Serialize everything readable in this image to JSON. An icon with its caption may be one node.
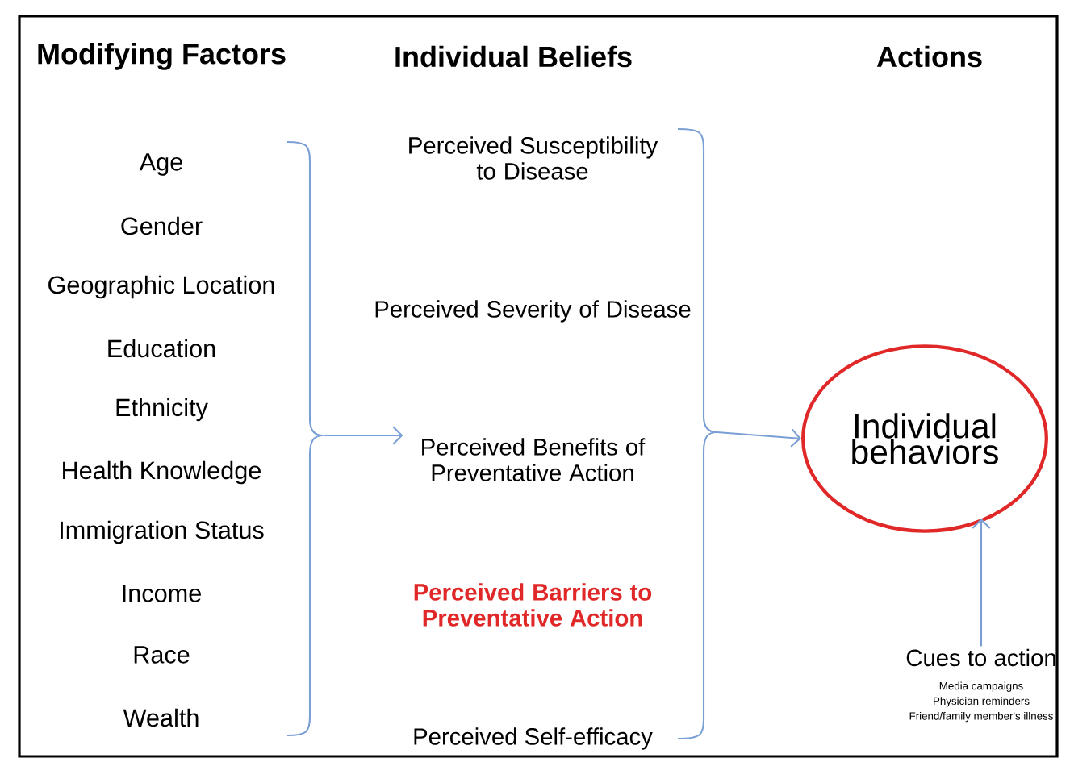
{
  "diagram": {
    "nodes": [
      {
        "text": [],
        "shape": "bracket"
      },
      {
        "text": [
          "Perceived Benefits of Preventative Action"
        ]
      },
      {
        "text": [],
        "shape": "bracket"
      },
      {
        "text": [
          "Individual behaviors"
        ]
      },
      {
        "text": [
          "Cues to action",
          "Media campaigns",
          "Physician reminders",
          "Friend/family member's illness"
        ]
      }
    ],
    "edges": [
      {
        "from": 0,
        "to": 1,
        "arrow": "to"
      },
      {
        "from": 2,
        "to": 3,
        "arrow": "to"
      },
      {
        "from": 4,
        "to": 3,
        "arrow": "to"
      }
    ],
    "labels": [
      "Modifying Factors",
      "Individual Beliefs",
      "Actions",
      "Age",
      "Gender",
      "Geographic Location",
      "Education",
      "Ethnicity",
      "Health Knowledge",
      "Immigration Status",
      "Income",
      "Race",
      "Wealth",
      "Perceived Susceptibility to Disease",
      "Perceived Severity of Disease",
      "Perceived Barriers to Preventative Action",
      "Perceived Self-efficacy"
    ]
  }
}
